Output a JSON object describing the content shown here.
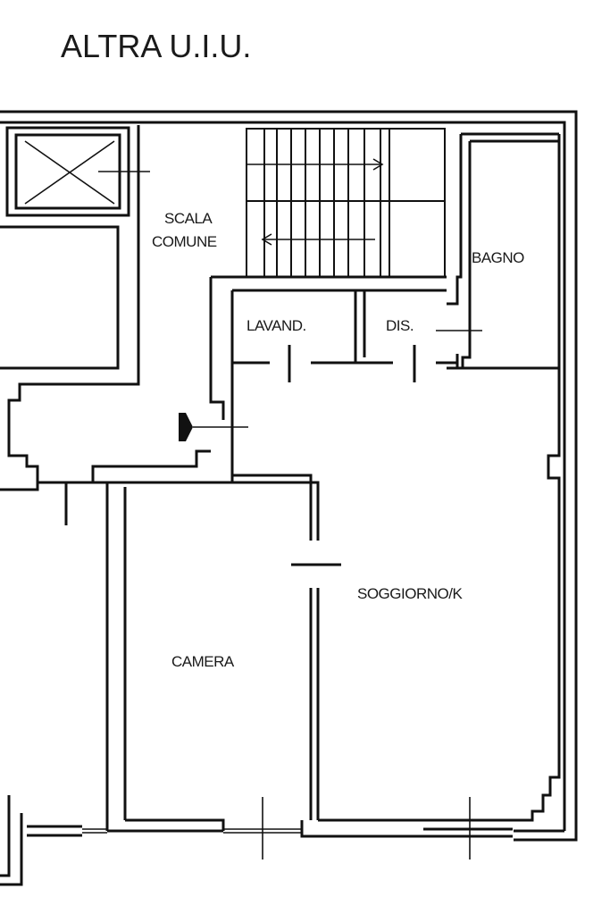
{
  "plan": {
    "title": "ALTRA U.I.U.",
    "rooms": {
      "scala_line1": "SCALA",
      "scala_line2": "COMUNE",
      "bagno": "BAGNO",
      "lavanderia": "LAVAND.",
      "disimpegno": "DIS.",
      "soggiorno": "SOGGIORNO/K",
      "camera": "CAMERA"
    }
  }
}
